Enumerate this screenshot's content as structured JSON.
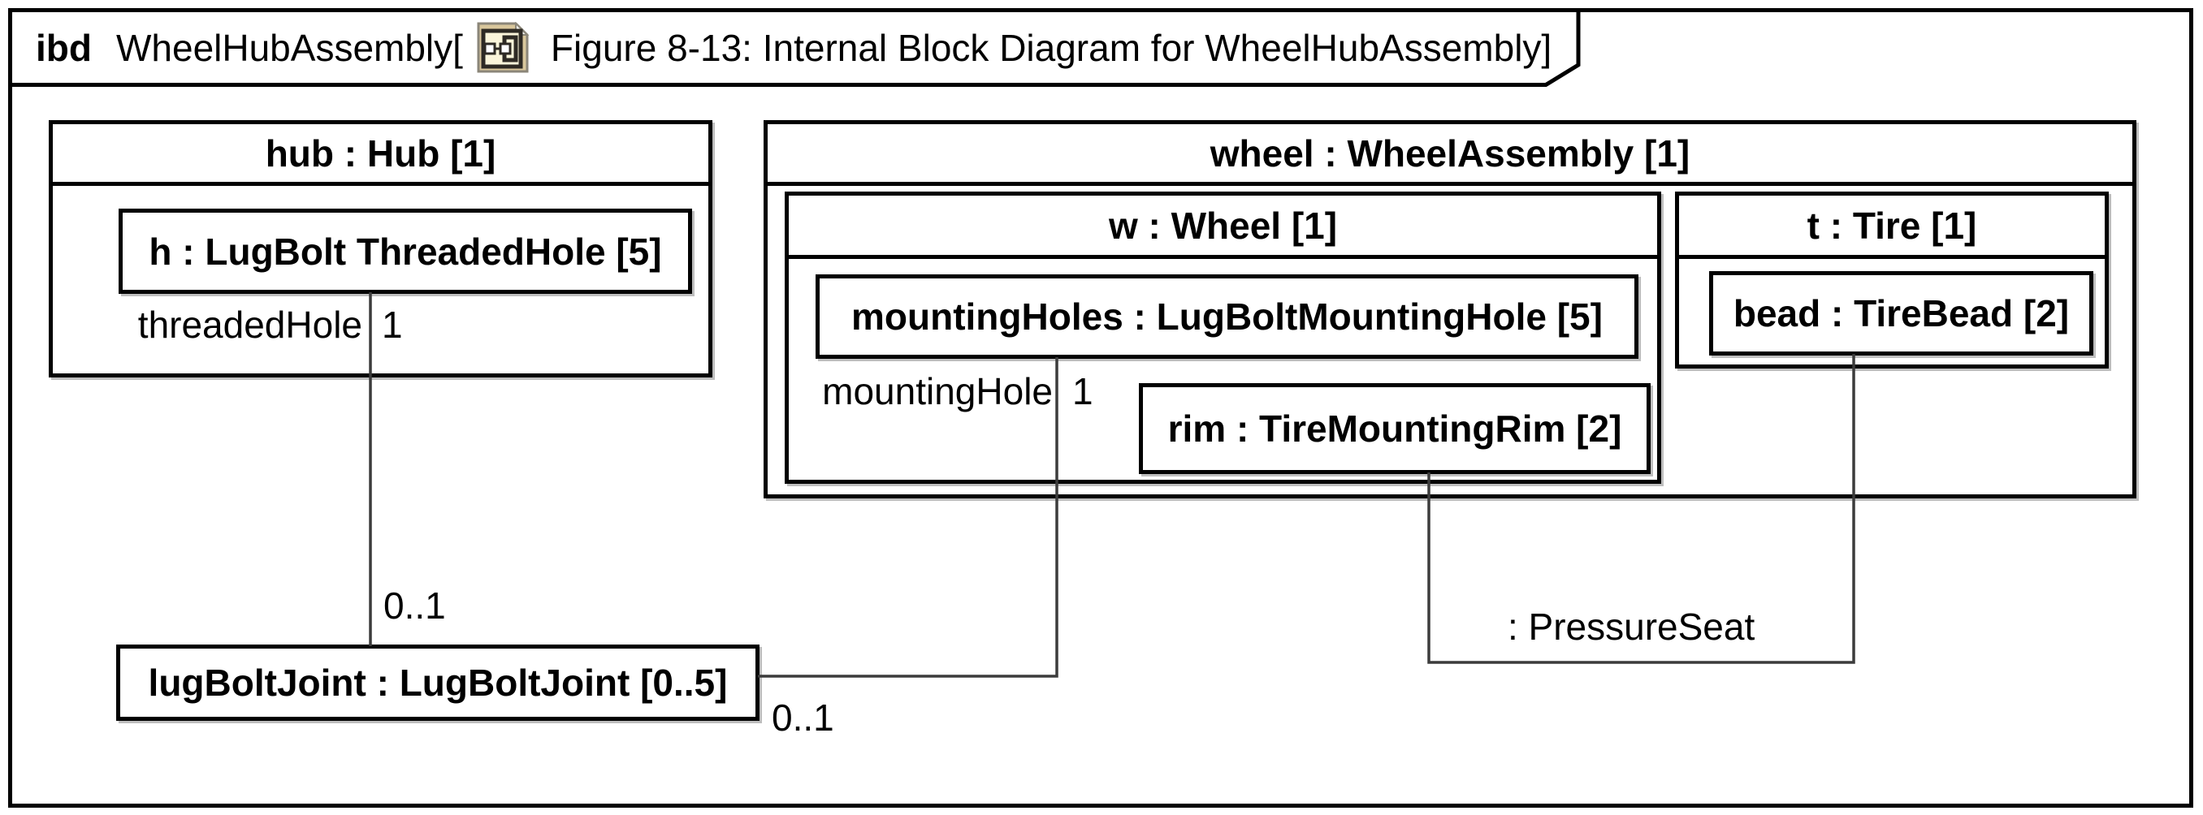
{
  "tab": {
    "keyword": "ibd",
    "block_name": "WheelHubAssembly[",
    "title": "Figure 8-13: Internal Block Diagram for WheelHubAssembly]",
    "icon": "ibd-frame-icon"
  },
  "hub": {
    "header": "hub : Hub [1]",
    "part_h": "h : LugBolt ThreadedHole [5]",
    "connector_role": "threadedHole",
    "connector_multiplicity": "1"
  },
  "wheel": {
    "header": "wheel : WheelAssembly [1]"
  },
  "w": {
    "header": "w : Wheel [1]",
    "part_mounting": "mountingHoles : LugBoltMountingHole [5]",
    "connector_role": "mountingHole",
    "connector_multiplicity": "1",
    "part_rim": "rim : TireMountingRim [2]"
  },
  "t": {
    "header": "t : Tire [1]",
    "part_bead": "bead : TireBead [2]"
  },
  "joint": {
    "label": "lugBoltJoint : LugBoltJoint [0..5]",
    "multiplicity_top": "0..1",
    "multiplicity_right": "0..1"
  },
  "connectors": {
    "pressure_seat": ": PressureSeat"
  },
  "colors": {
    "box_border": "#000000",
    "connector_line": "#3c3c3c",
    "background": "#ffffff",
    "icon_tan": "#d9c79c",
    "icon_cream": "#fbf5da",
    "icon_outline": "#8b8679",
    "icon_dark": "#2e2a24"
  }
}
